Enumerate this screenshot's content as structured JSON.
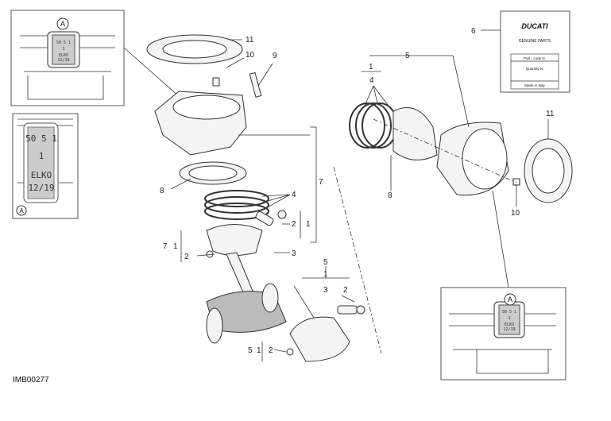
{
  "drawing_code": "IMB00277",
  "detail_marker": "A",
  "cylinder_marking": {
    "line1": "50 5 1",
    "line2": "1",
    "line3": "ELKO",
    "line4": "12/19"
  },
  "parts_label": {
    "brand": "DUCATI",
    "subtitle": "GENUINE PARTS",
    "row1": "Part - code N.",
    "row2": "Quantity N.",
    "row3": "Made in Italy"
  },
  "callouts": {
    "a11": "11",
    "a10": "10",
    "a9": "9",
    "a8": "8",
    "a4": "4",
    "a7": "7",
    "a2": "2",
    "a1": "1",
    "a3": "3",
    "b7": "7",
    "b1": "1",
    "b2": "2",
    "c5": "5",
    "c1": "1",
    "c3": "3",
    "c2": "2",
    "d5": "5",
    "d1": "1",
    "d2": "2",
    "e5": "5",
    "e1": "1",
    "e4": "4",
    "e8": "8",
    "e11": "11",
    "e10": "10",
    "e6": "6"
  }
}
